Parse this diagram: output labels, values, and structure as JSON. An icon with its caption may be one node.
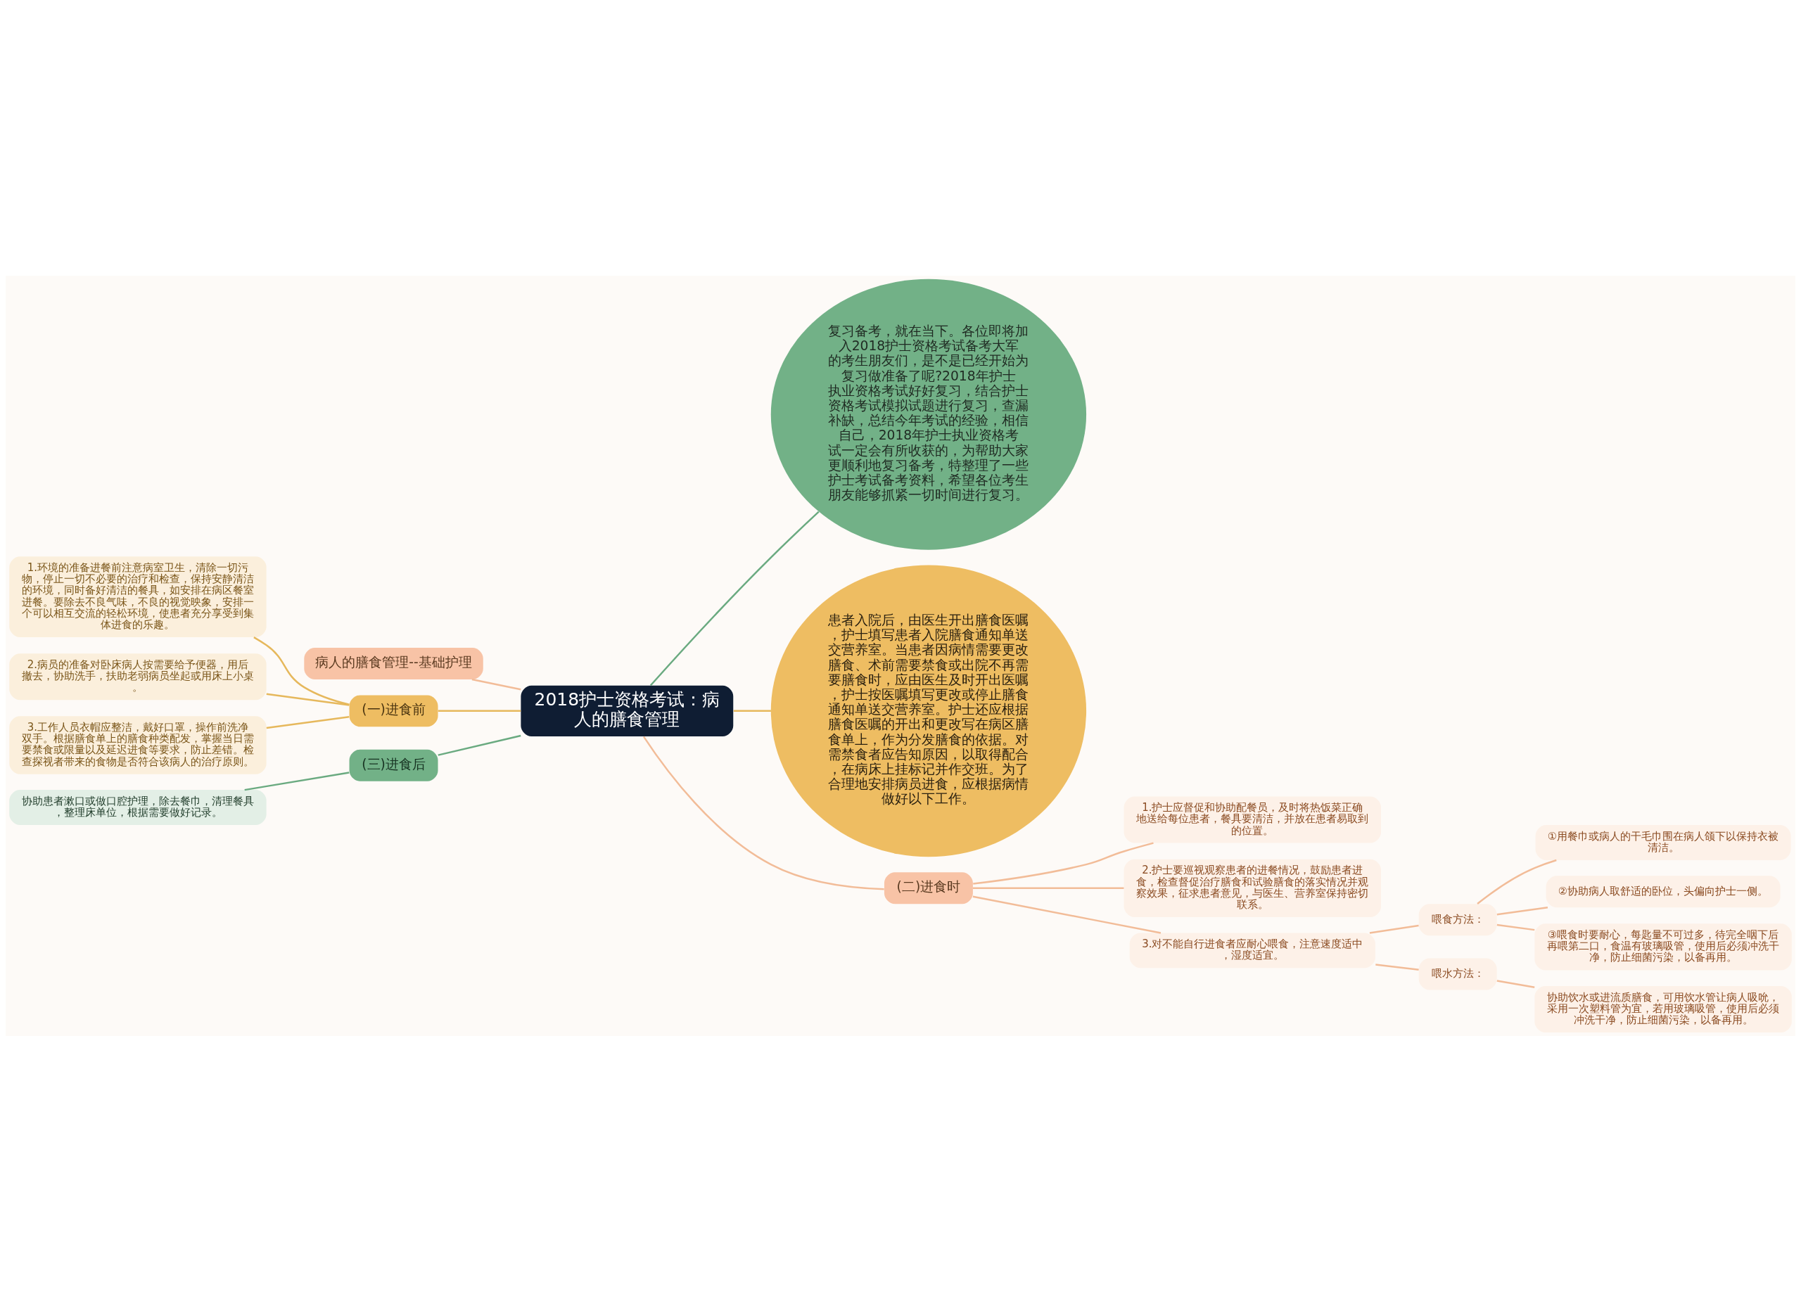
{
  "diagram": {
    "nodes": [
      {
        "text": [
          "2018护士资格考试：病人的膳食管理"
        ]
      },
      {
        "text": [
          "病人的膳食管理--基础护理"
        ]
      },
      {
        "text": [
          "(一)进食前"
        ]
      },
      {
        "text": [
          "1.环境的准备进餐前注意病室卫生，清除一切污物，停止一切不必要的治疗和检查，保持安静清洁的环境，同时备好清洁的餐具，如安排在病区餐室进餐。要除去不良气味，不良的视觉映象，安排一个可以相互交流的轻松环境，使患者充分享受到集体进食的乐趣。"
        ]
      },
      {
        "text": [
          "2.病员的准备对卧床病人按需要给予便器，用后撤去，协助洗手，扶助老弱病员坐起或用床上小桌。"
        ]
      },
      {
        "text": [
          "3.工作人员衣帽应整洁，戴好口罩，操作前洗净双手。根据膳食单上的膳食种类配发，掌握当日需要禁食或限量以及延迟进食等要求，防止差错。检查探视者带来的食物是否符合该病人的治疗原则。"
        ]
      },
      {
        "text": [
          "(三)进食后"
        ]
      },
      {
        "text": [
          "协助患者漱口或做口腔护理，除去餐巾，清理餐具，整理床单位，根据需要做好记录。"
        ]
      },
      {
        "text": [
          "复习备考，就在当下。各位即将加入2018护士资格考试备考大军的考生朋友们，是不是已经开始为复习做准备了呢?2018年护士执业资格考试好好复习，结合护士资格考试模拟试题进行复习，查漏补缺，总结今年考试的经验，相信自己，2018年护士执业资格考试一定会有所收获的，为帮助大家更顺利地复习备考，特整理了一些护士考试备考资料，希望各位考生朋友能够抓紧一切时间进行复习。"
        ]
      },
      {
        "text": [
          "患者入院后，由医生开出膳食医嘱，护士填写患者入院膳食通知单送交营养室。当患者因病情需要更改膳食、术前需要禁食或出院不再需要膳食时，应由医生及时开出医嘱，护士按医嘱填写更改或停止膳食通知单送交营养室。护士还应根据膳食医嘱的开出和更改写在病区膳食单上，作为分发膳食的依据。对需禁食者应告知原因，以取得配合，在病床上挂标记并作交班。为了合理地安排病员进食，应根据病情做好以下工作。"
        ]
      },
      {
        "text": [
          "(二)进食时"
        ]
      },
      {
        "text": [
          "1.护士应督促和协助配餐员，及时将热饭菜正确地送给每位患者，餐具要清洁，并放在患者易取到的位置。"
        ]
      },
      {
        "text": [
          "2.护士要巡视观察患者的进餐情况，鼓励患者进食，检查督促治疗膳食和试验膳食的落实情况并观察效果，征求患者意见，与医生、营养室保持密切联系。"
        ]
      },
      {
        "text": [
          "3.对不能自行进食者应耐心喂食，注意速度适中，湿度适宜。"
        ]
      },
      {
        "text": [
          "喂食方法："
        ]
      },
      {
        "text": [
          "①用餐巾或病人的干毛巾围在病人颌下以保持衣被清洁。"
        ]
      },
      {
        "text": [
          "②协助病人取舒适的卧位，头偏向护士一侧。"
        ]
      },
      {
        "text": [
          "③喂食时要耐心，每匙量不可过多，待完全咽下后再喂第二口，食温有玻璃吸管，使用后必须冲洗干净，防止细菌污染，以备再用。"
        ]
      },
      {
        "text": [
          "喂水方法："
        ]
      },
      {
        "text": [
          "协助饮水或进流质膳食，可用饮水管让病人吸吮，采用一次塑料管为宜，若用玻璃吸管，使用后必须冲洗干净，防止细菌污染，以备再用。"
        ]
      }
    ],
    "edges": [
      {
        "from": 0,
        "to": 1,
        "arrow": "none"
      },
      {
        "from": 0,
        "to": 2,
        "arrow": "none",
        "color": "#e6b85c"
      },
      {
        "from": 2,
        "to": 3,
        "arrow": "none",
        "color": "#e6b85c"
      },
      {
        "from": 2,
        "to": 4,
        "arrow": "none",
        "color": "#e6b85c"
      },
      {
        "from": 2,
        "to": 5,
        "arrow": "none",
        "color": "#e6b85c"
      },
      {
        "from": 0,
        "to": 6,
        "arrow": "none",
        "color": "#6aaa80"
      },
      {
        "from": 6,
        "to": 7,
        "arrow": "none",
        "color": "#6aaa80"
      },
      {
        "from": 0,
        "to": 8,
        "arrow": "none",
        "color": "#6aaa80"
      },
      {
        "from": 0,
        "to": 9,
        "arrow": "none",
        "color": "#e6b85c"
      },
      {
        "from": 0,
        "to": 10,
        "arrow": "none"
      },
      {
        "from": 10,
        "to": 11,
        "arrow": "none"
      },
      {
        "from": 10,
        "to": 12,
        "arrow": "none"
      },
      {
        "from": 10,
        "to": 13,
        "arrow": "none"
      },
      {
        "from": 13,
        "to": 14,
        "arrow": "none"
      },
      {
        "from": 14,
        "to": 15,
        "arrow": "none"
      },
      {
        "from": 14,
        "to": 16,
        "arrow": "none"
      },
      {
        "from": 14,
        "to": 17,
        "arrow": "none"
      },
      {
        "from": 13,
        "to": 18,
        "arrow": "none"
      },
      {
        "from": 18,
        "to": 19,
        "arrow": "none"
      }
    ]
  }
}
